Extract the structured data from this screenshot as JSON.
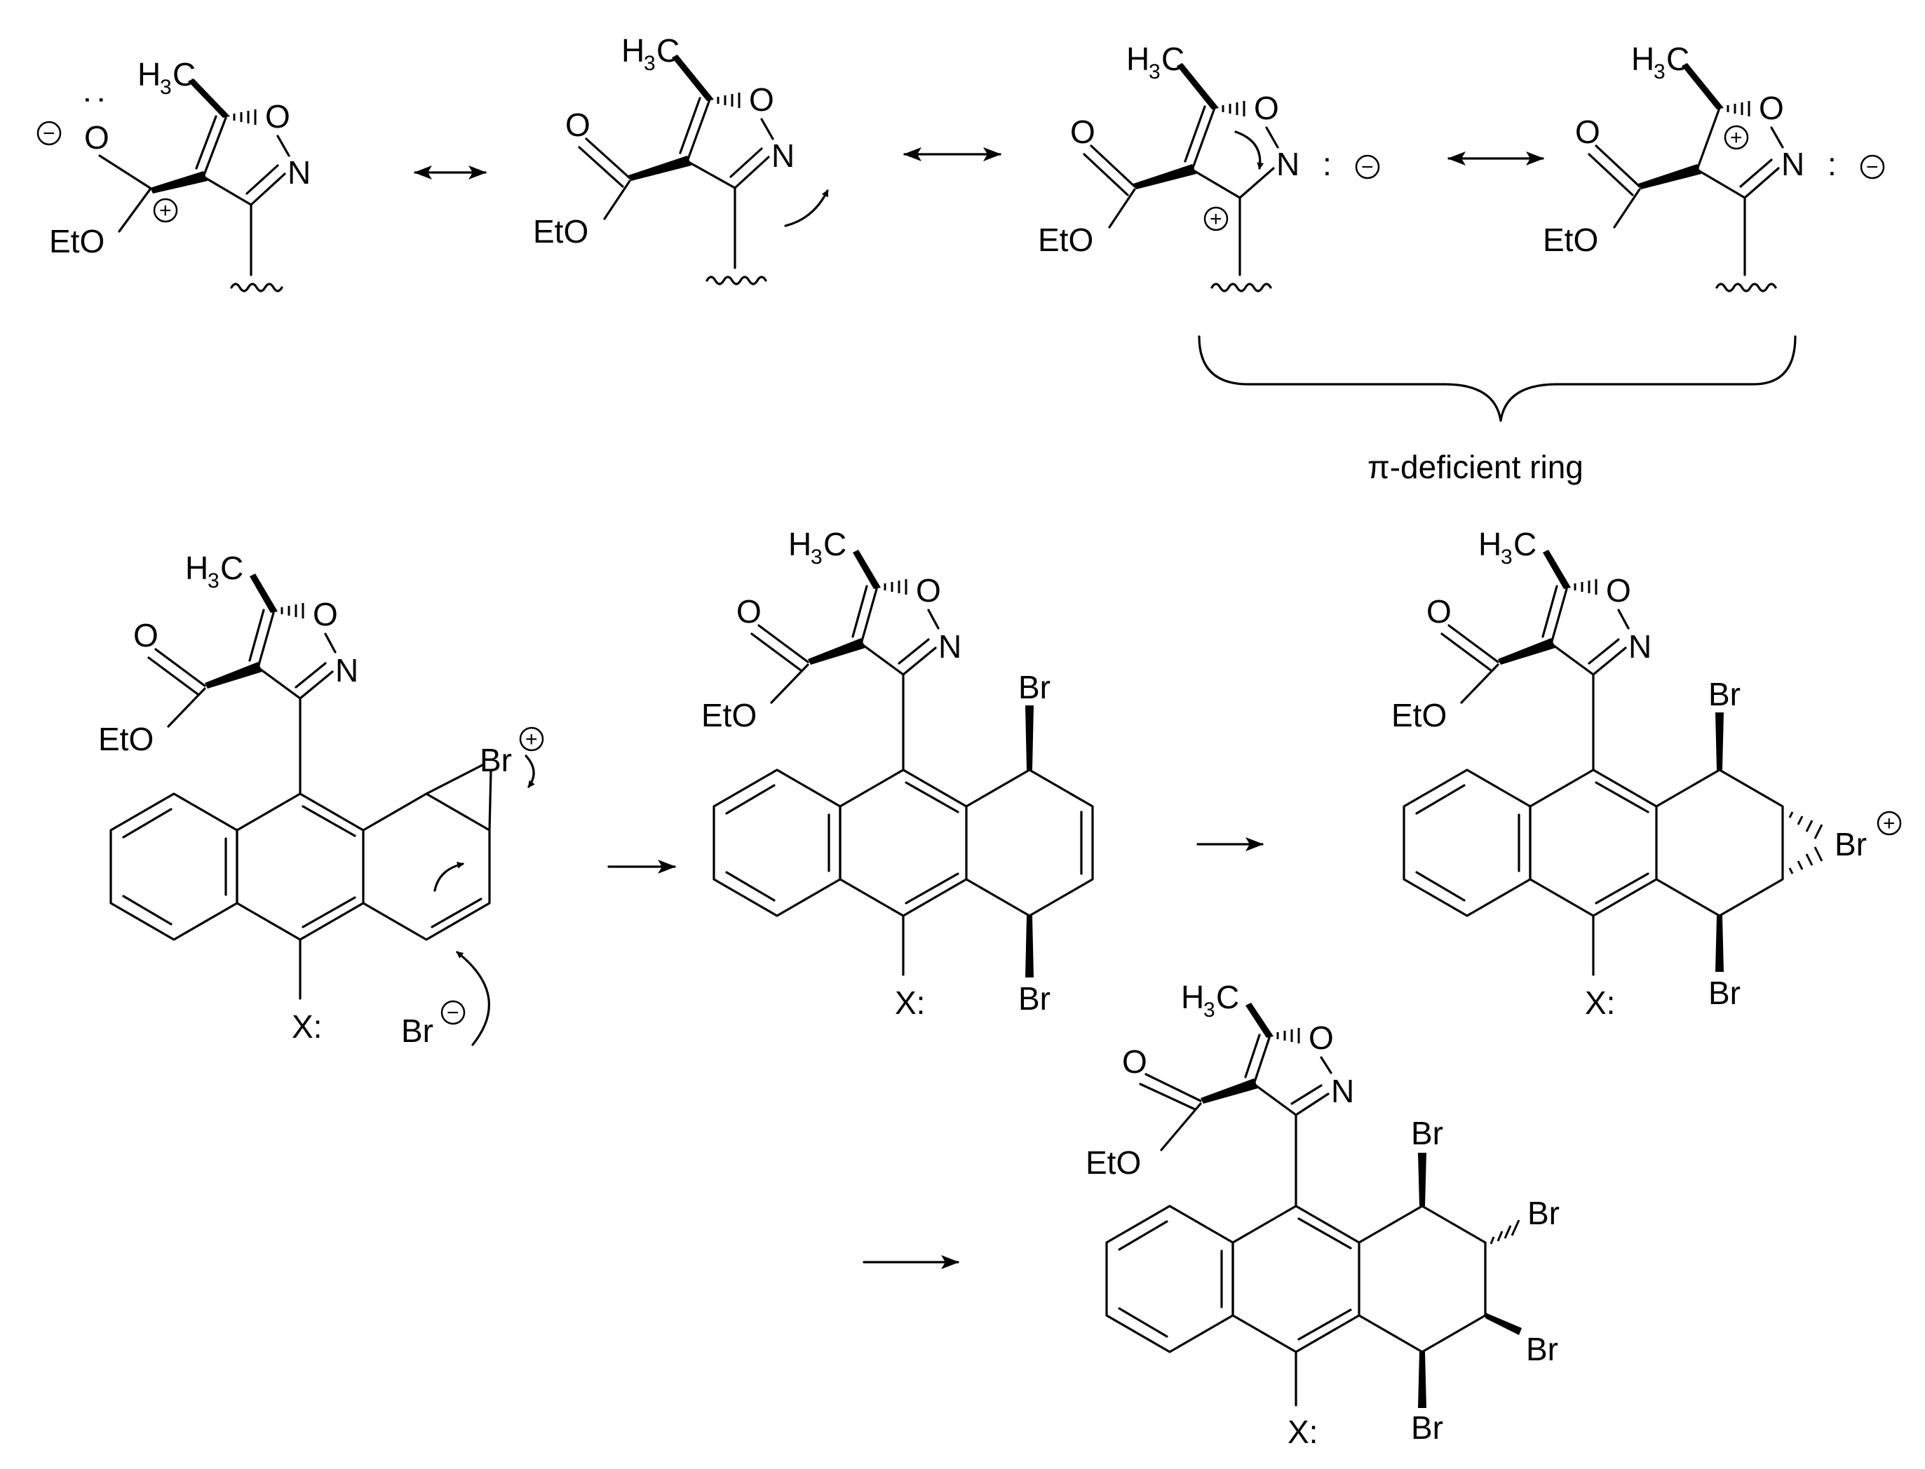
{
  "labels": {
    "methyl_main": "H",
    "methyl_sub": "3",
    "methyl_tail": "C",
    "oxygen": "O",
    "nitrogen": "N",
    "ester": "EtO",
    "bromine": "Br",
    "substituent": "X:",
    "lone_pair": ":",
    "plus": "+",
    "minus": "−"
  },
  "caption": "π-deficient ring"
}
